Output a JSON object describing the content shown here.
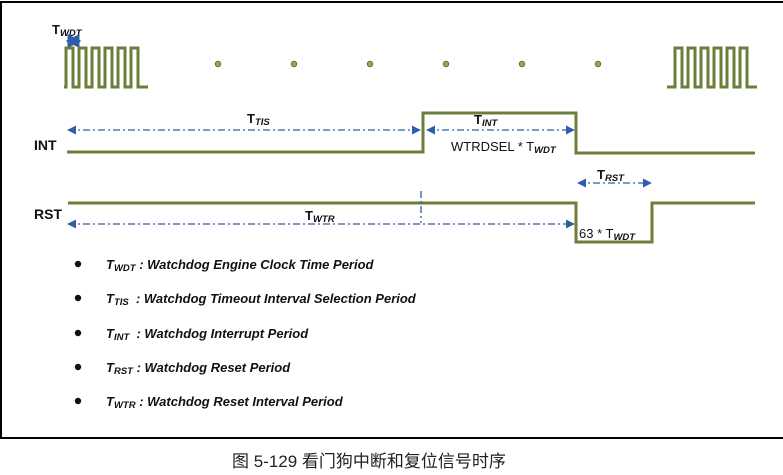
{
  "colors": {
    "waveform": "#6b7f3a",
    "arrow": "#2e5ea8",
    "frame": "#000000",
    "dot_fill": "#8ab04e",
    "dot_stroke": "#4a6a2a"
  },
  "clock": {
    "period_label": "T",
    "period_sub": "WDT",
    "continuation_dots": 6
  },
  "signals": {
    "int": {
      "name": "INT"
    },
    "rst": {
      "name": "RST"
    }
  },
  "timings": {
    "tis": {
      "label": "T",
      "sub": "TIS"
    },
    "int": {
      "label": "T",
      "sub": "INT",
      "note": "WTRDSEL * T",
      "note_sub": "WDT"
    },
    "rst": {
      "label": "T",
      "sub": "RST",
      "note": "63 * T",
      "note_sub": "WDT"
    },
    "wtr": {
      "label": "T",
      "sub": "WTR"
    }
  },
  "legend": [
    {
      "sym": "T",
      "sub": "WDT",
      "text": " : Watchdog Engine Clock Time Period"
    },
    {
      "sym": "T",
      "sub": "TIS",
      "text": "  : Watchdog Timeout Interval Selection Period"
    },
    {
      "sym": "T",
      "sub": "INT",
      "text": "  : Watchdog Interrupt Period"
    },
    {
      "sym": "T",
      "sub": "RST",
      "text": " : Watchdog Reset Period"
    },
    {
      "sym": "T",
      "sub": "WTR",
      "text": " : Watchdog Reset Interval Period"
    }
  ],
  "caption": "图 5-129 看门狗中断和复位信号时序"
}
